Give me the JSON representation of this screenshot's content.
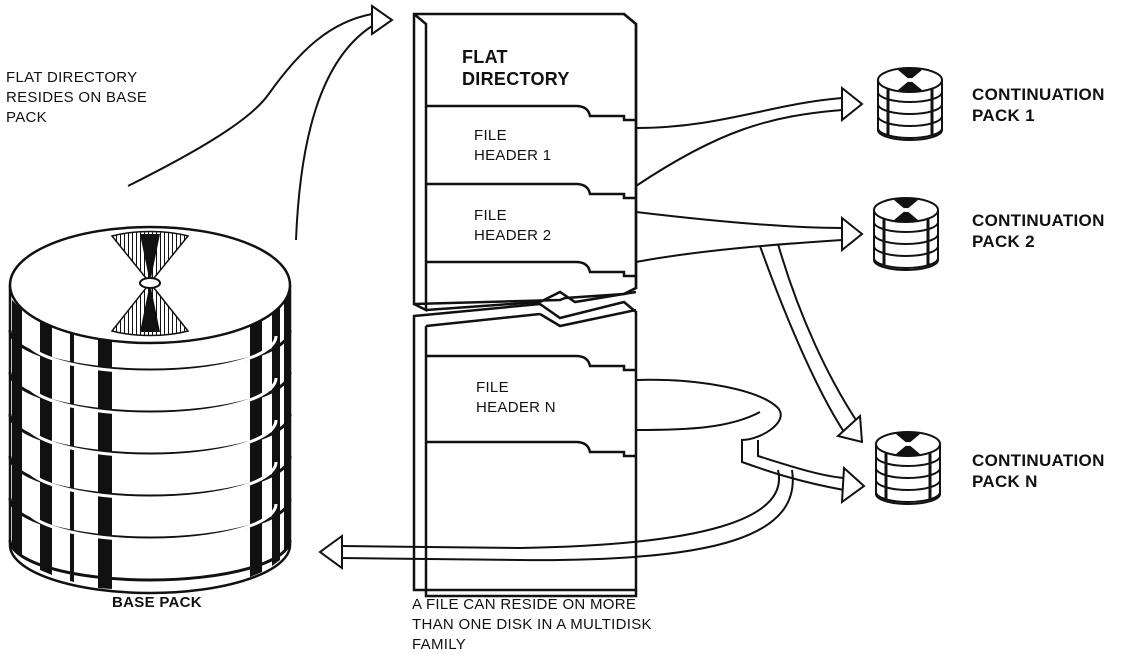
{
  "annotations": {
    "flat_directory_note": "FLAT DIRECTORY\nRESIDES ON BASE\nPACK",
    "multidisk_note": "A FILE CAN RESIDE ON MORE\nTHAN ONE DISK IN A MULTIDISK\nFAMILY"
  },
  "base_pack": {
    "label": "BASE PACK"
  },
  "directory": {
    "title": "FLAT\nDIRECTORY",
    "headers": [
      "FILE\nHEADER 1",
      "FILE\nHEADER 2",
      "FILE\nHEADER N"
    ]
  },
  "continuation_packs": [
    "CONTINUATION\nPACK 1",
    "CONTINUATION\nPACK 2",
    "CONTINUATION\nPACK N"
  ],
  "colors": {
    "ink": "#111111",
    "background": "#ffffff"
  }
}
